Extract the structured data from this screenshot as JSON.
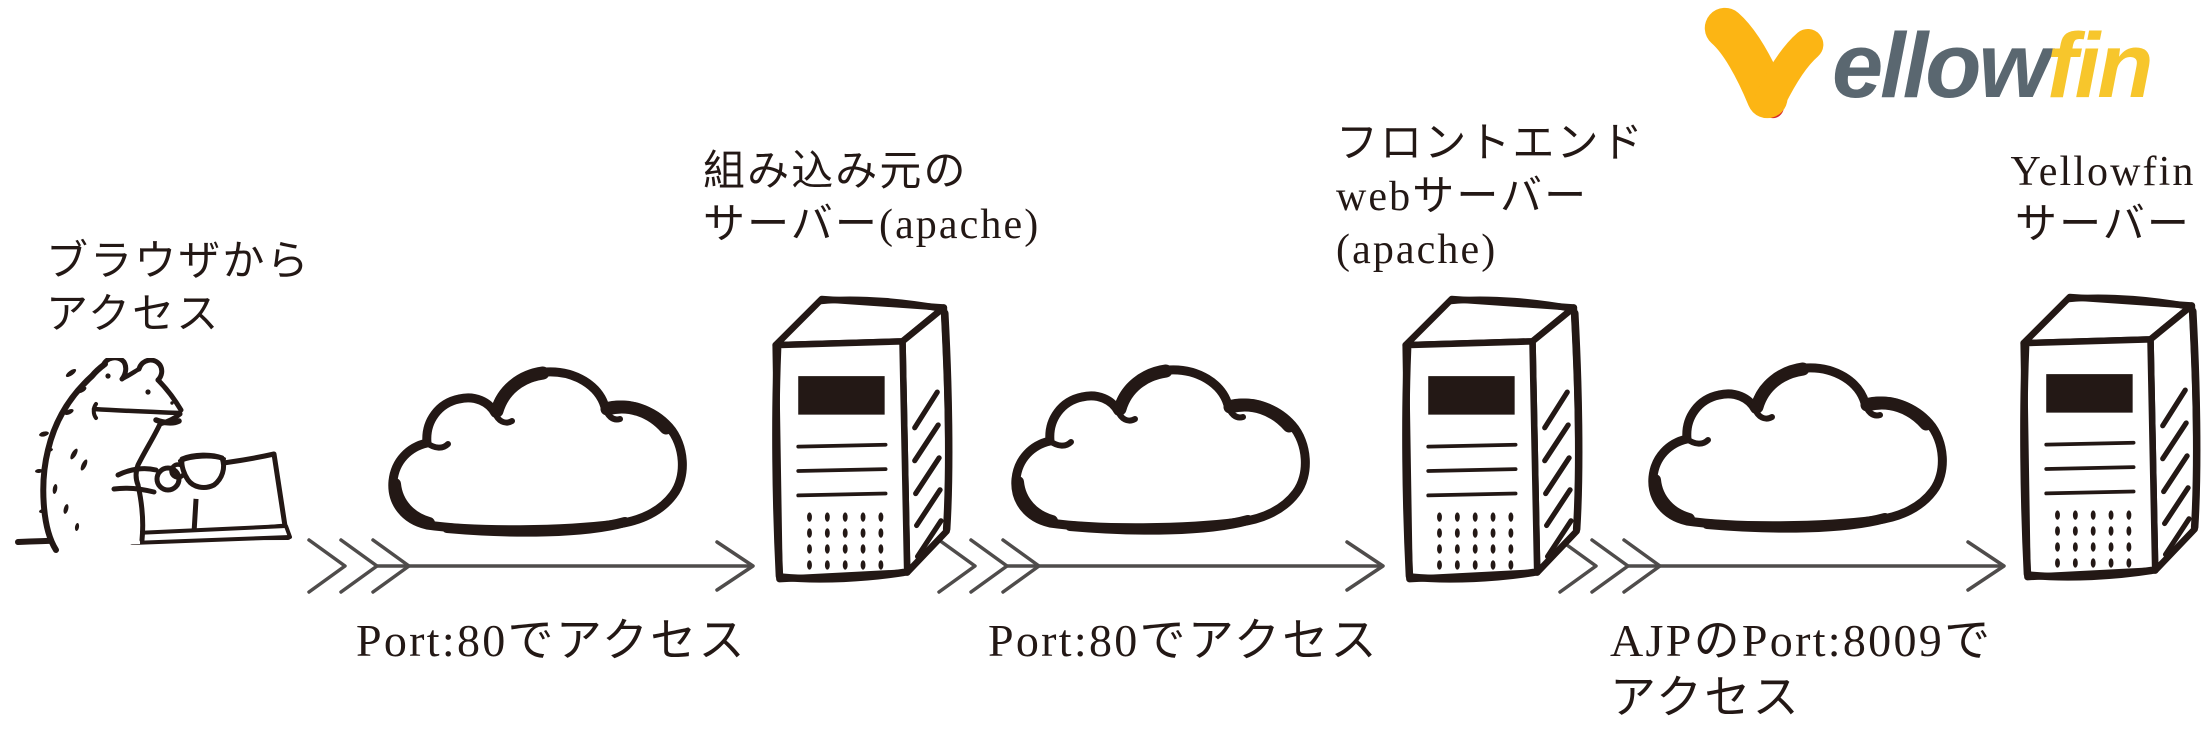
{
  "logo": {
    "wordmark_gray": "ellow",
    "wordmark_yellow": "fin"
  },
  "nodes": {
    "browser": {
      "lines": [
        "ブラウザから",
        "アクセス"
      ]
    },
    "embed_server": {
      "lines": [
        "組み込み元の",
        "サーバー(apache)"
      ]
    },
    "frontend_server": {
      "lines": [
        "フロントエンド",
        "webサーバー",
        "(apache)"
      ]
    },
    "yellowfin_server": {
      "lines": [
        "Yellowfin",
        "サーバー"
      ]
    }
  },
  "connections": {
    "browser_to_embed": {
      "label_lines": [
        "Port:80でアクセス"
      ]
    },
    "embed_to_frontend": {
      "label_lines": [
        "Port:80でアクセス"
      ]
    },
    "frontend_to_yellowfin": {
      "label_lines": [
        "AJPのPort:8009で",
        "アクセス"
      ]
    }
  },
  "icons": {
    "cloud": "network-cloud-icon",
    "server": "server-tower-icon",
    "arrow": "flow-arrow-icon",
    "frog": "frog-at-laptop-illustration",
    "logo_mark": "yellowfin-y-mark-icon"
  },
  "colors": {
    "ink": "#231815",
    "arrow_gray": "#4f4c4b",
    "logo_text_gray": "#5a6770",
    "logo_text_yellow": "#f7c62c",
    "mark_yellow": "#fcb514",
    "mark_red": "#d7282f",
    "background": "#ffffff"
  }
}
